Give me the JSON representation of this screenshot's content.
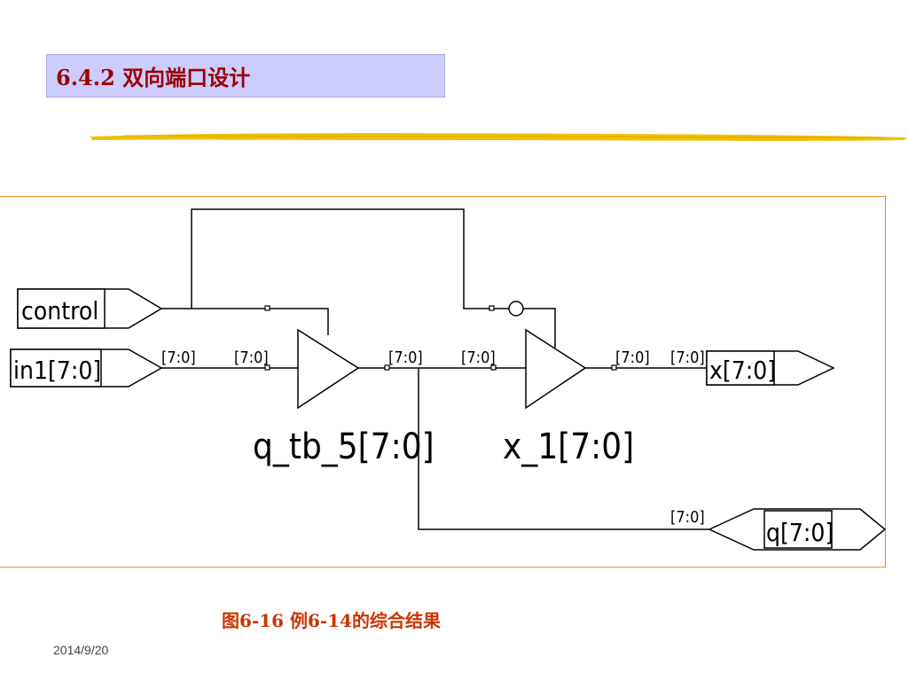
{
  "slide": {
    "title": "6.4.2  双向端口设计",
    "caption": "图6-16  例6-14的综合结果",
    "date": "2014/9/20"
  },
  "diagram": {
    "ports": {
      "control": "control",
      "in1": "in1[7:0]",
      "x": "x[7:0]",
      "q": "q[7:0]"
    },
    "instances": {
      "buffer1": "q_tb_5[7:0]",
      "buffer2": "x_1[7:0]"
    },
    "bus_labels": {
      "in1_out": "[7:0]",
      "buf1_in": "[7:0]",
      "buf1_out": "[7:0]",
      "buf2_in": "[7:0]",
      "buf2_out": "[7:0]",
      "x_in": "[7:0]",
      "q_in": "[7:0]"
    }
  },
  "colors": {
    "title_bg": "#ccccff",
    "title_text": "#990000",
    "caption_text": "#cc3300",
    "frame": "#f28c28",
    "stroke": "#e8b400"
  }
}
